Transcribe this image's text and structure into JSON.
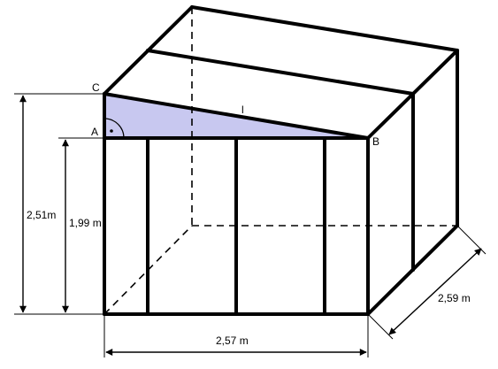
{
  "points": {
    "a": "A",
    "b": "B",
    "c": "C"
  },
  "segment_label": "l",
  "dimensions": {
    "total_height": "2,51m",
    "wall_height": "1,99 m",
    "width": "2,57 m",
    "depth": "2,59 m"
  },
  "colors": {
    "triangle_fill": "#c8c8f0",
    "lines": "#000000"
  }
}
